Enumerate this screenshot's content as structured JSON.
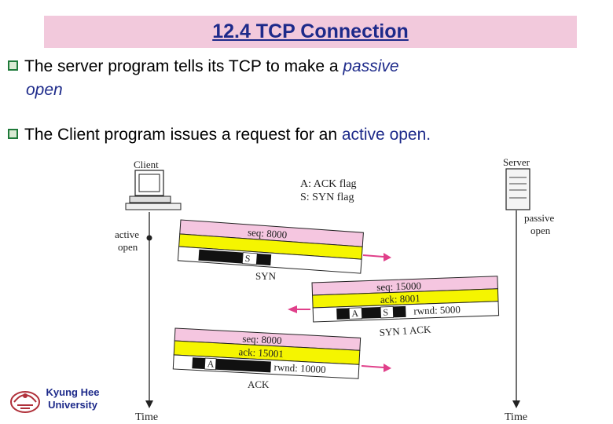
{
  "title": "12.4 TCP Connection",
  "bullets": {
    "b1_pre": "The server program  tells its TCP to make a ",
    "b1_accent": "passive",
    "b1_line2": "open",
    "b2_pre": "The Client program issues a request for an ",
    "b2_accent": "active open."
  },
  "diagram": {
    "client_label": "Client",
    "server_label": "Server",
    "legend_ack": "A: ACK flag",
    "legend_syn": "S: SYN flag",
    "active_1": "active",
    "active_2": "open",
    "passive_1": "passive",
    "passive_2": "open",
    "time_left": "Time",
    "time_right": "Time",
    "seg1": {
      "seq": "seq: 8000",
      "flag_s": "S",
      "name": "SYN"
    },
    "seg2": {
      "seq": "seq: 15000",
      "ack": "ack: 8001",
      "flag_a": "A",
      "flag_s": "S",
      "rwnd": "rwnd: 5000",
      "name": "SYN 1 ACK"
    },
    "seg3": {
      "seq": "seq: 8000",
      "ack": "ack: 15001",
      "flag_a": "A",
      "rwnd": "rwnd: 10000",
      "name": "ACK"
    }
  },
  "logo": {
    "line1": "Kyung Hee",
    "line2": "University"
  },
  "colors": {
    "title_bg": "#f2c9dc",
    "accent": "#1d2a8a",
    "header_pink": "#f5c6e0",
    "header_yellow": "#f5f500",
    "arrow": "#e0408a"
  }
}
